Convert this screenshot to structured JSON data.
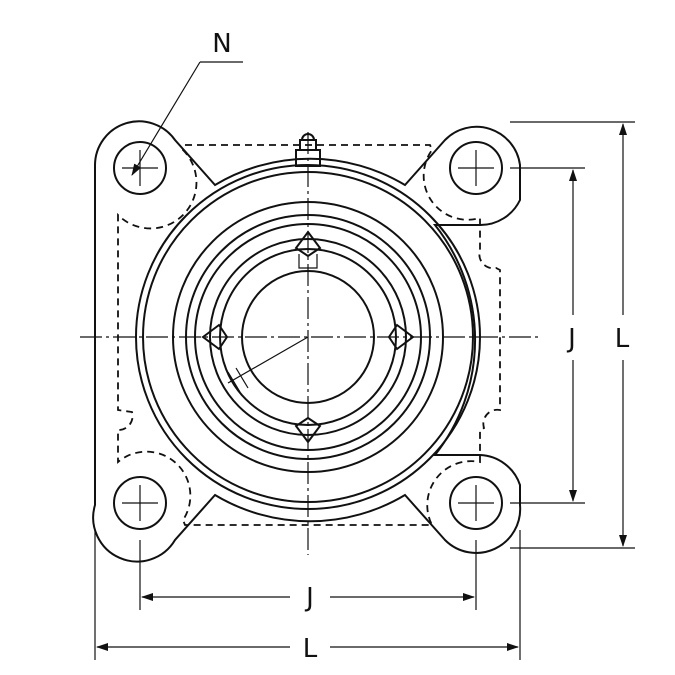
{
  "dimensions": {
    "bolt_hole_label": "N",
    "bolt_spacing_horizontal_label": "J",
    "overall_width_label": "L",
    "bolt_spacing_vertical_label": "J",
    "overall_height_label": "L"
  },
  "colors": {
    "line": "#111111",
    "background": "#ffffff"
  }
}
